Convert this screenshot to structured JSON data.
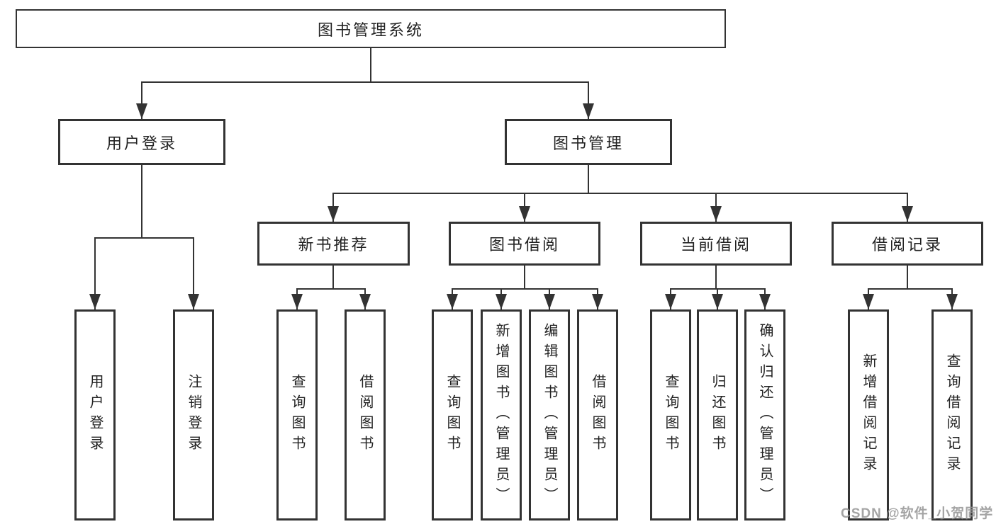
{
  "nodes": {
    "root": "图书管理系统",
    "user_login": "用户登录",
    "book_mgmt": "图书管理",
    "new_books": "新书推荐",
    "book_borrow": "图书借阅",
    "current_borrow": "当前借阅",
    "borrow_records": "借阅记录"
  },
  "leaves": {
    "user_login": "用户登录",
    "logout": "注销登录",
    "nb_query": "查询图书",
    "nb_borrow": "借阅图书",
    "bw_query": "查询图书",
    "bw_add": "新增图书（管理员）",
    "bw_edit": "编辑图书（管理员）",
    "bw_borrow": "借阅图书",
    "cb_query": "查询图书",
    "cb_return": "归还图书",
    "cb_confirm": "确认归还（管理员）",
    "rc_add": "新增借阅记录",
    "rc_query": "查询借阅记录"
  },
  "watermark": "CSDN @软件_小贺同学",
  "colors": {
    "line": "#333333",
    "text": "#222222",
    "watermark": "#949494",
    "background": "#ffffff"
  }
}
